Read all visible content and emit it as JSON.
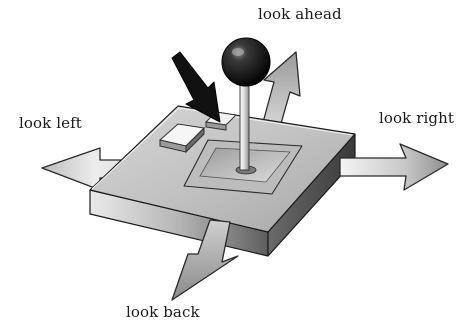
{
  "labels": {
    "ahead": "look ahead",
    "left": "look left",
    "right": "look right",
    "back": "look back"
  }
}
